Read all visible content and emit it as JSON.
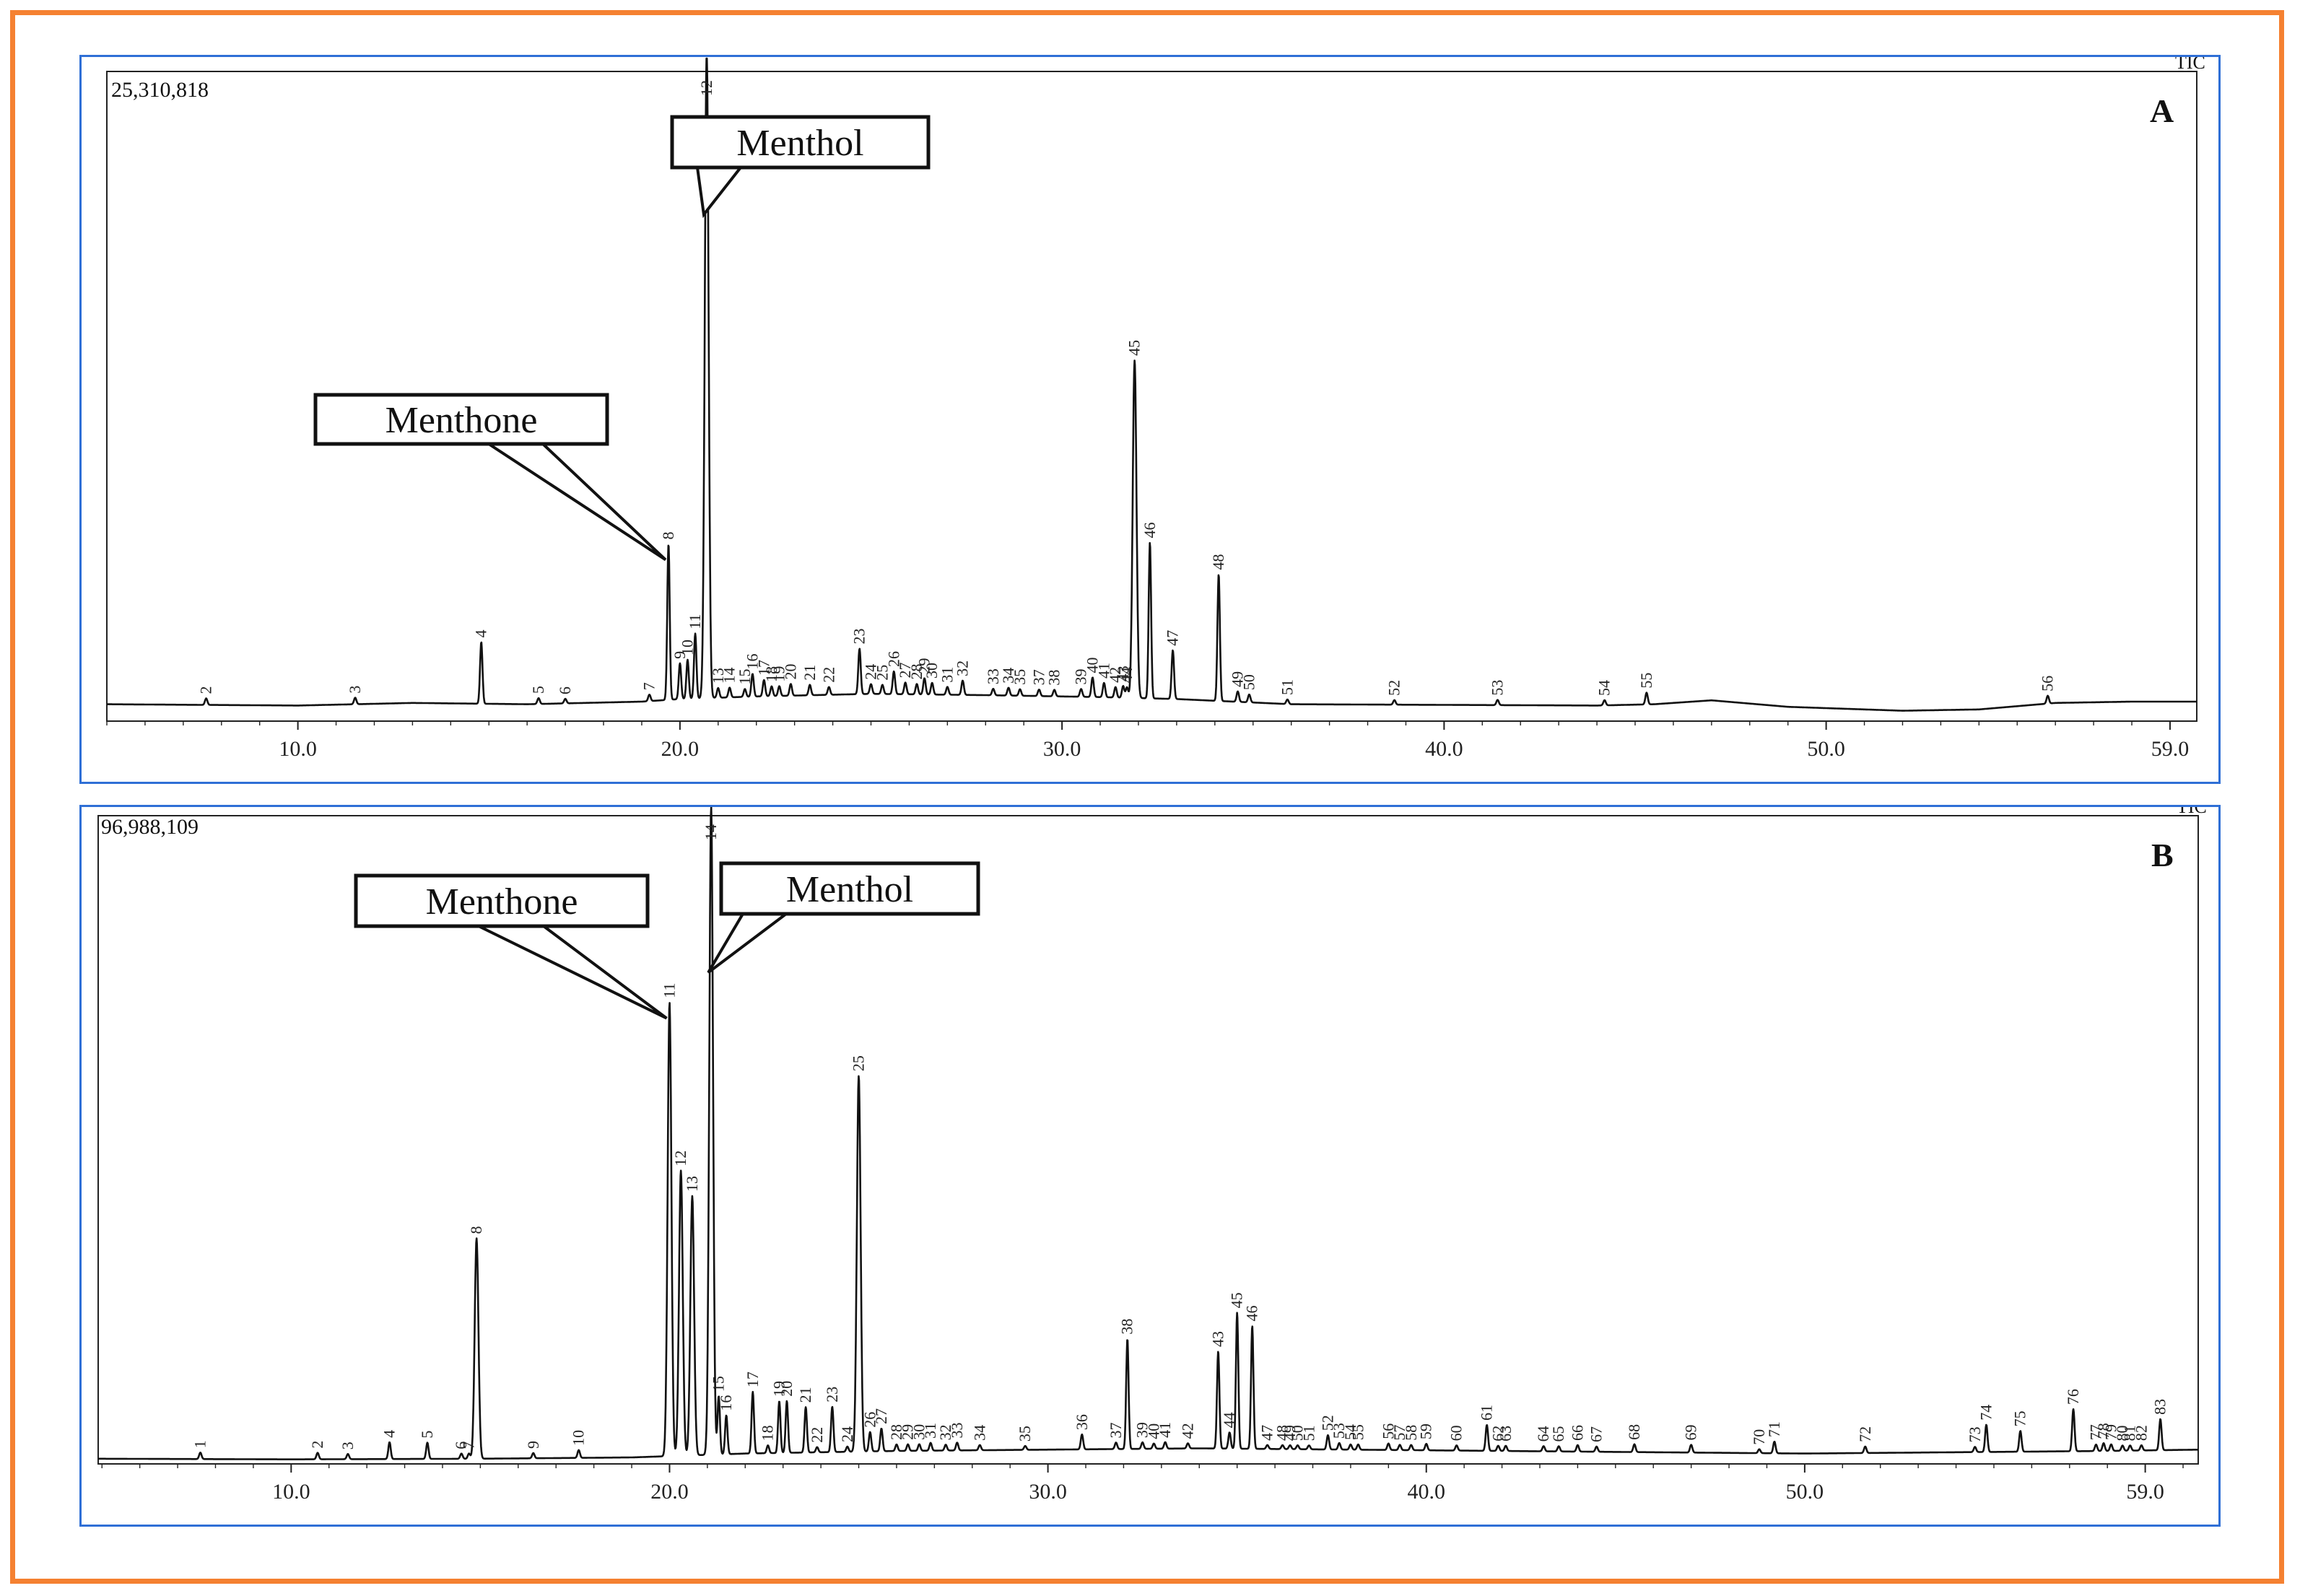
{
  "colors": {
    "frame": "#f58131",
    "panel_border": "#2f6fd6",
    "trace": "#111111"
  },
  "chart_data": [
    {
      "type": "line",
      "panel_label": "A",
      "max_intensity_label": "25,310,818",
      "detector_label": "TIC",
      "xlim": [
        5.0,
        59.7
      ],
      "xticks": [
        10.0,
        20.0,
        30.0,
        40.0,
        50.0,
        59.0
      ],
      "xtick_labels": [
        "10.0",
        "20.0",
        "30.0",
        "40.0",
        "50.0",
        "59.0"
      ],
      "ylim": [
        0,
        100
      ],
      "baseline": [
        [
          5.0,
          2.6
        ],
        [
          10,
          2.4
        ],
        [
          13,
          2.8
        ],
        [
          16,
          2.6
        ],
        [
          19,
          3.0
        ],
        [
          20,
          3.4
        ],
        [
          22,
          3.8
        ],
        [
          25,
          4.2
        ],
        [
          28,
          4.0
        ],
        [
          31,
          3.7
        ],
        [
          33,
          3.4
        ],
        [
          36,
          2.6
        ],
        [
          40,
          2.5
        ],
        [
          44,
          2.4
        ],
        [
          45.5,
          2.6
        ],
        [
          47,
          3.2
        ],
        [
          49,
          2.2
        ],
        [
          52,
          1.6
        ],
        [
          54,
          1.8
        ],
        [
          56,
          2.8
        ],
        [
          58,
          3.0
        ],
        [
          59.7,
          3.0
        ]
      ],
      "peaks": [
        {
          "label": "2",
          "x": 7.6,
          "y": 1.0
        },
        {
          "label": "3",
          "x": 11.5,
          "y": 1.0
        },
        {
          "label": "4",
          "x": 14.8,
          "y": 9.5
        },
        {
          "label": "5",
          "x": 16.3,
          "y": 0.9
        },
        {
          "label": "6",
          "x": 17.0,
          "y": 0.7
        },
        {
          "label": "7",
          "x": 19.2,
          "y": 1.0
        },
        {
          "label": "8",
          "x": 19.7,
          "y": 24
        },
        {
          "label": "9",
          "x": 20.0,
          "y": 5.5
        },
        {
          "label": "10",
          "x": 20.2,
          "y": 6
        },
        {
          "label": "11",
          "x": 20.4,
          "y": 10
        },
        {
          "label": "12",
          "x": 20.7,
          "y": 100
        },
        {
          "label": "13",
          "x": 21.0,
          "y": 1.5
        },
        {
          "label": "14",
          "x": 21.3,
          "y": 1.5
        },
        {
          "label": "15",
          "x": 21.7,
          "y": 1.2
        },
        {
          "label": "16",
          "x": 21.9,
          "y": 3.5
        },
        {
          "label": "17",
          "x": 22.2,
          "y": 2.5
        },
        {
          "label": "18",
          "x": 22.4,
          "y": 1.5
        },
        {
          "label": "19",
          "x": 22.6,
          "y": 1.5
        },
        {
          "label": "20",
          "x": 22.9,
          "y": 1.8
        },
        {
          "label": "21",
          "x": 23.4,
          "y": 1.6
        },
        {
          "label": "22",
          "x": 23.9,
          "y": 1.2
        },
        {
          "label": "23",
          "x": 24.7,
          "y": 7
        },
        {
          "label": "24",
          "x": 25.0,
          "y": 1.5
        },
        {
          "label": "25",
          "x": 25.3,
          "y": 1.4
        },
        {
          "label": "26",
          "x": 25.6,
          "y": 3.5
        },
        {
          "label": "27",
          "x": 25.9,
          "y": 1.8
        },
        {
          "label": "28",
          "x": 26.2,
          "y": 1.6
        },
        {
          "label": "29",
          "x": 26.4,
          "y": 2.5
        },
        {
          "label": "30",
          "x": 26.6,
          "y": 1.8
        },
        {
          "label": "31",
          "x": 27.0,
          "y": 1.2
        },
        {
          "label": "32",
          "x": 27.4,
          "y": 2.2
        },
        {
          "label": "33",
          "x": 28.2,
          "y": 1.0
        },
        {
          "label": "34",
          "x": 28.6,
          "y": 1.2
        },
        {
          "label": "35",
          "x": 28.9,
          "y": 1.0
        },
        {
          "label": "37",
          "x": 29.4,
          "y": 1.0
        },
        {
          "label": "38",
          "x": 29.8,
          "y": 1.0
        },
        {
          "label": "39",
          "x": 30.5,
          "y": 1.2
        },
        {
          "label": "40",
          "x": 30.8,
          "y": 3
        },
        {
          "label": "41",
          "x": 31.1,
          "y": 2.2
        },
        {
          "label": "42",
          "x": 31.4,
          "y": 1.6
        },
        {
          "label": "43",
          "x": 31.6,
          "y": 1.8
        },
        {
          "label": "44",
          "x": 31.7,
          "y": 1.6
        },
        {
          "label": "45",
          "x": 31.9,
          "y": 52
        },
        {
          "label": "46",
          "x": 32.3,
          "y": 24
        },
        {
          "label": "47",
          "x": 32.9,
          "y": 7.5
        },
        {
          "label": "48",
          "x": 34.1,
          "y": 19.5
        },
        {
          "label": "49",
          "x": 34.6,
          "y": 1.6
        },
        {
          "label": "50",
          "x": 34.9,
          "y": 1.2
        },
        {
          "label": "51",
          "x": 35.9,
          "y": 0.7
        },
        {
          "label": "52",
          "x": 38.7,
          "y": 0.7
        },
        {
          "label": "53",
          "x": 41.4,
          "y": 0.8
        },
        {
          "label": "54",
          "x": 44.2,
          "y": 0.8
        },
        {
          "label": "55",
          "x": 45.3,
          "y": 1.8
        },
        {
          "label": "56",
          "x": 55.8,
          "y": 1.2
        }
      ]
    },
    {
      "type": "line",
      "panel_label": "B",
      "max_intensity_label": "96,988,109",
      "detector_label": "TIC",
      "xlim": [
        4.9,
        60.4
      ],
      "xticks": [
        10.0,
        20.0,
        30.0,
        40.0,
        50.0,
        59.0
      ],
      "xtick_labels": [
        "10.0",
        "20.0",
        "30.0",
        "40.0",
        "50.0",
        "59.0"
      ],
      "ylim": [
        0,
        100
      ],
      "baseline": [
        [
          4.9,
          0.8
        ],
        [
          10,
          0.7
        ],
        [
          15,
          0.8
        ],
        [
          19,
          1.0
        ],
        [
          22,
          1.6
        ],
        [
          26,
          2.0
        ],
        [
          30,
          2.2
        ],
        [
          34,
          2.4
        ],
        [
          38,
          2.2
        ],
        [
          42,
          2.0
        ],
        [
          46,
          1.8
        ],
        [
          50,
          1.6
        ],
        [
          54,
          1.8
        ],
        [
          58,
          2.0
        ],
        [
          60.4,
          2.2
        ]
      ],
      "peaks": [
        {
          "label": "1",
          "x": 7.6,
          "y": 1.0
        },
        {
          "label": "2",
          "x": 10.7,
          "y": 1.0
        },
        {
          "label": "3",
          "x": 11.5,
          "y": 0.8
        },
        {
          "label": "4",
          "x": 12.6,
          "y": 2.6
        },
        {
          "label": "5",
          "x": 13.6,
          "y": 2.5
        },
        {
          "label": "6",
          "x": 14.5,
          "y": 0.8
        },
        {
          "label": "7",
          "x": 14.7,
          "y": 0.8
        },
        {
          "label": "8",
          "x": 14.9,
          "y": 34
        },
        {
          "label": "9",
          "x": 16.4,
          "y": 0.8
        },
        {
          "label": "10",
          "x": 17.6,
          "y": 1.2
        },
        {
          "label": "11",
          "x": 20.0,
          "y": 70
        },
        {
          "label": "12",
          "x": 20.3,
          "y": 44
        },
        {
          "label": "13",
          "x": 20.6,
          "y": 40
        },
        {
          "label": "14",
          "x": 21.1,
          "y": 100
        },
        {
          "label": "15",
          "x": 21.3,
          "y": 9
        },
        {
          "label": "16",
          "x": 21.5,
          "y": 6
        },
        {
          "label": "17",
          "x": 22.2,
          "y": 9.5
        },
        {
          "label": "18",
          "x": 22.6,
          "y": 1.2
        },
        {
          "label": "19",
          "x": 22.9,
          "y": 8
        },
        {
          "label": "20",
          "x": 23.1,
          "y": 8
        },
        {
          "label": "21",
          "x": 23.6,
          "y": 7
        },
        {
          "label": "22",
          "x": 23.9,
          "y": 0.8
        },
        {
          "label": "23",
          "x": 24.3,
          "y": 7
        },
        {
          "label": "24",
          "x": 24.7,
          "y": 0.8
        },
        {
          "label": "25",
          "x": 25.0,
          "y": 58
        },
        {
          "label": "26",
          "x": 25.3,
          "y": 3
        },
        {
          "label": "27",
          "x": 25.6,
          "y": 3.5
        },
        {
          "label": "28",
          "x": 26.0,
          "y": 1.0
        },
        {
          "label": "29",
          "x": 26.3,
          "y": 1.0
        },
        {
          "label": "30",
          "x": 26.6,
          "y": 1.0
        },
        {
          "label": "31",
          "x": 26.9,
          "y": 1.2
        },
        {
          "label": "32",
          "x": 27.3,
          "y": 0.9
        },
        {
          "label": "33",
          "x": 27.6,
          "y": 1.2
        },
        {
          "label": "34",
          "x": 28.2,
          "y": 0.8
        },
        {
          "label": "35",
          "x": 29.4,
          "y": 0.6
        },
        {
          "label": "36",
          "x": 30.9,
          "y": 2.3
        },
        {
          "label": "37",
          "x": 31.8,
          "y": 1.0
        },
        {
          "label": "38",
          "x": 32.1,
          "y": 17
        },
        {
          "label": "39",
          "x": 32.5,
          "y": 1.0
        },
        {
          "label": "40",
          "x": 32.8,
          "y": 0.8
        },
        {
          "label": "41",
          "x": 33.1,
          "y": 1.0
        },
        {
          "label": "42",
          "x": 33.7,
          "y": 0.8
        },
        {
          "label": "43",
          "x": 34.5,
          "y": 15
        },
        {
          "label": "44",
          "x": 34.8,
          "y": 2.5
        },
        {
          "label": "45",
          "x": 35.0,
          "y": 21
        },
        {
          "label": "46",
          "x": 35.4,
          "y": 19
        },
        {
          "label": "47",
          "x": 35.8,
          "y": 0.6
        },
        {
          "label": "48",
          "x": 36.2,
          "y": 0.6
        },
        {
          "label": "49",
          "x": 36.4,
          "y": 0.6
        },
        {
          "label": "50",
          "x": 36.6,
          "y": 0.6
        },
        {
          "label": "51",
          "x": 36.9,
          "y": 0.6
        },
        {
          "label": "52",
          "x": 37.4,
          "y": 2.2
        },
        {
          "label": "53",
          "x": 37.7,
          "y": 1.0
        },
        {
          "label": "54",
          "x": 38.0,
          "y": 0.8
        },
        {
          "label": "55",
          "x": 38.2,
          "y": 0.8
        },
        {
          "label": "56",
          "x": 39.0,
          "y": 1.0
        },
        {
          "label": "57",
          "x": 39.3,
          "y": 0.8
        },
        {
          "label": "58",
          "x": 39.6,
          "y": 0.8
        },
        {
          "label": "59",
          "x": 40.0,
          "y": 1.0
        },
        {
          "label": "60",
          "x": 40.8,
          "y": 0.8
        },
        {
          "label": "61",
          "x": 41.6,
          "y": 4.0
        },
        {
          "label": "62",
          "x": 41.9,
          "y": 0.8
        },
        {
          "label": "63",
          "x": 42.1,
          "y": 0.8
        },
        {
          "label": "64",
          "x": 43.1,
          "y": 0.8
        },
        {
          "label": "65",
          "x": 43.5,
          "y": 0.8
        },
        {
          "label": "66",
          "x": 44.0,
          "y": 1.0
        },
        {
          "label": "67",
          "x": 44.5,
          "y": 0.8
        },
        {
          "label": "68",
          "x": 45.5,
          "y": 1.2
        },
        {
          "label": "69",
          "x": 47.0,
          "y": 1.2
        },
        {
          "label": "70",
          "x": 48.8,
          "y": 0.6
        },
        {
          "label": "71",
          "x": 49.2,
          "y": 1.8
        },
        {
          "label": "72",
          "x": 51.6,
          "y": 1.0
        },
        {
          "label": "73",
          "x": 54.5,
          "y": 0.8
        },
        {
          "label": "74",
          "x": 54.8,
          "y": 4.2
        },
        {
          "label": "75",
          "x": 55.7,
          "y": 3.2
        },
        {
          "label": "76",
          "x": 57.1,
          "y": 6.5
        },
        {
          "label": "77",
          "x": 57.7,
          "y": 1.0
        },
        {
          "label": "78",
          "x": 57.9,
          "y": 1.2
        },
        {
          "label": "79",
          "x": 58.1,
          "y": 1.0
        },
        {
          "label": "80",
          "x": 58.4,
          "y": 0.8
        },
        {
          "label": "81",
          "x": 58.6,
          "y": 0.8
        },
        {
          "label": "82",
          "x": 58.9,
          "y": 0.8
        },
        {
          "label": "83",
          "x": 59.4,
          "y": 4.8
        }
      ]
    }
  ],
  "annotations": {
    "A": [
      {
        "text": "Menthol",
        "target_peak": "12"
      },
      {
        "text": "Menthone",
        "target_peak": "8"
      }
    ],
    "B": [
      {
        "text": "Menthone",
        "target_peak": "11"
      },
      {
        "text": "Menthol",
        "target_peak": "14"
      }
    ]
  }
}
